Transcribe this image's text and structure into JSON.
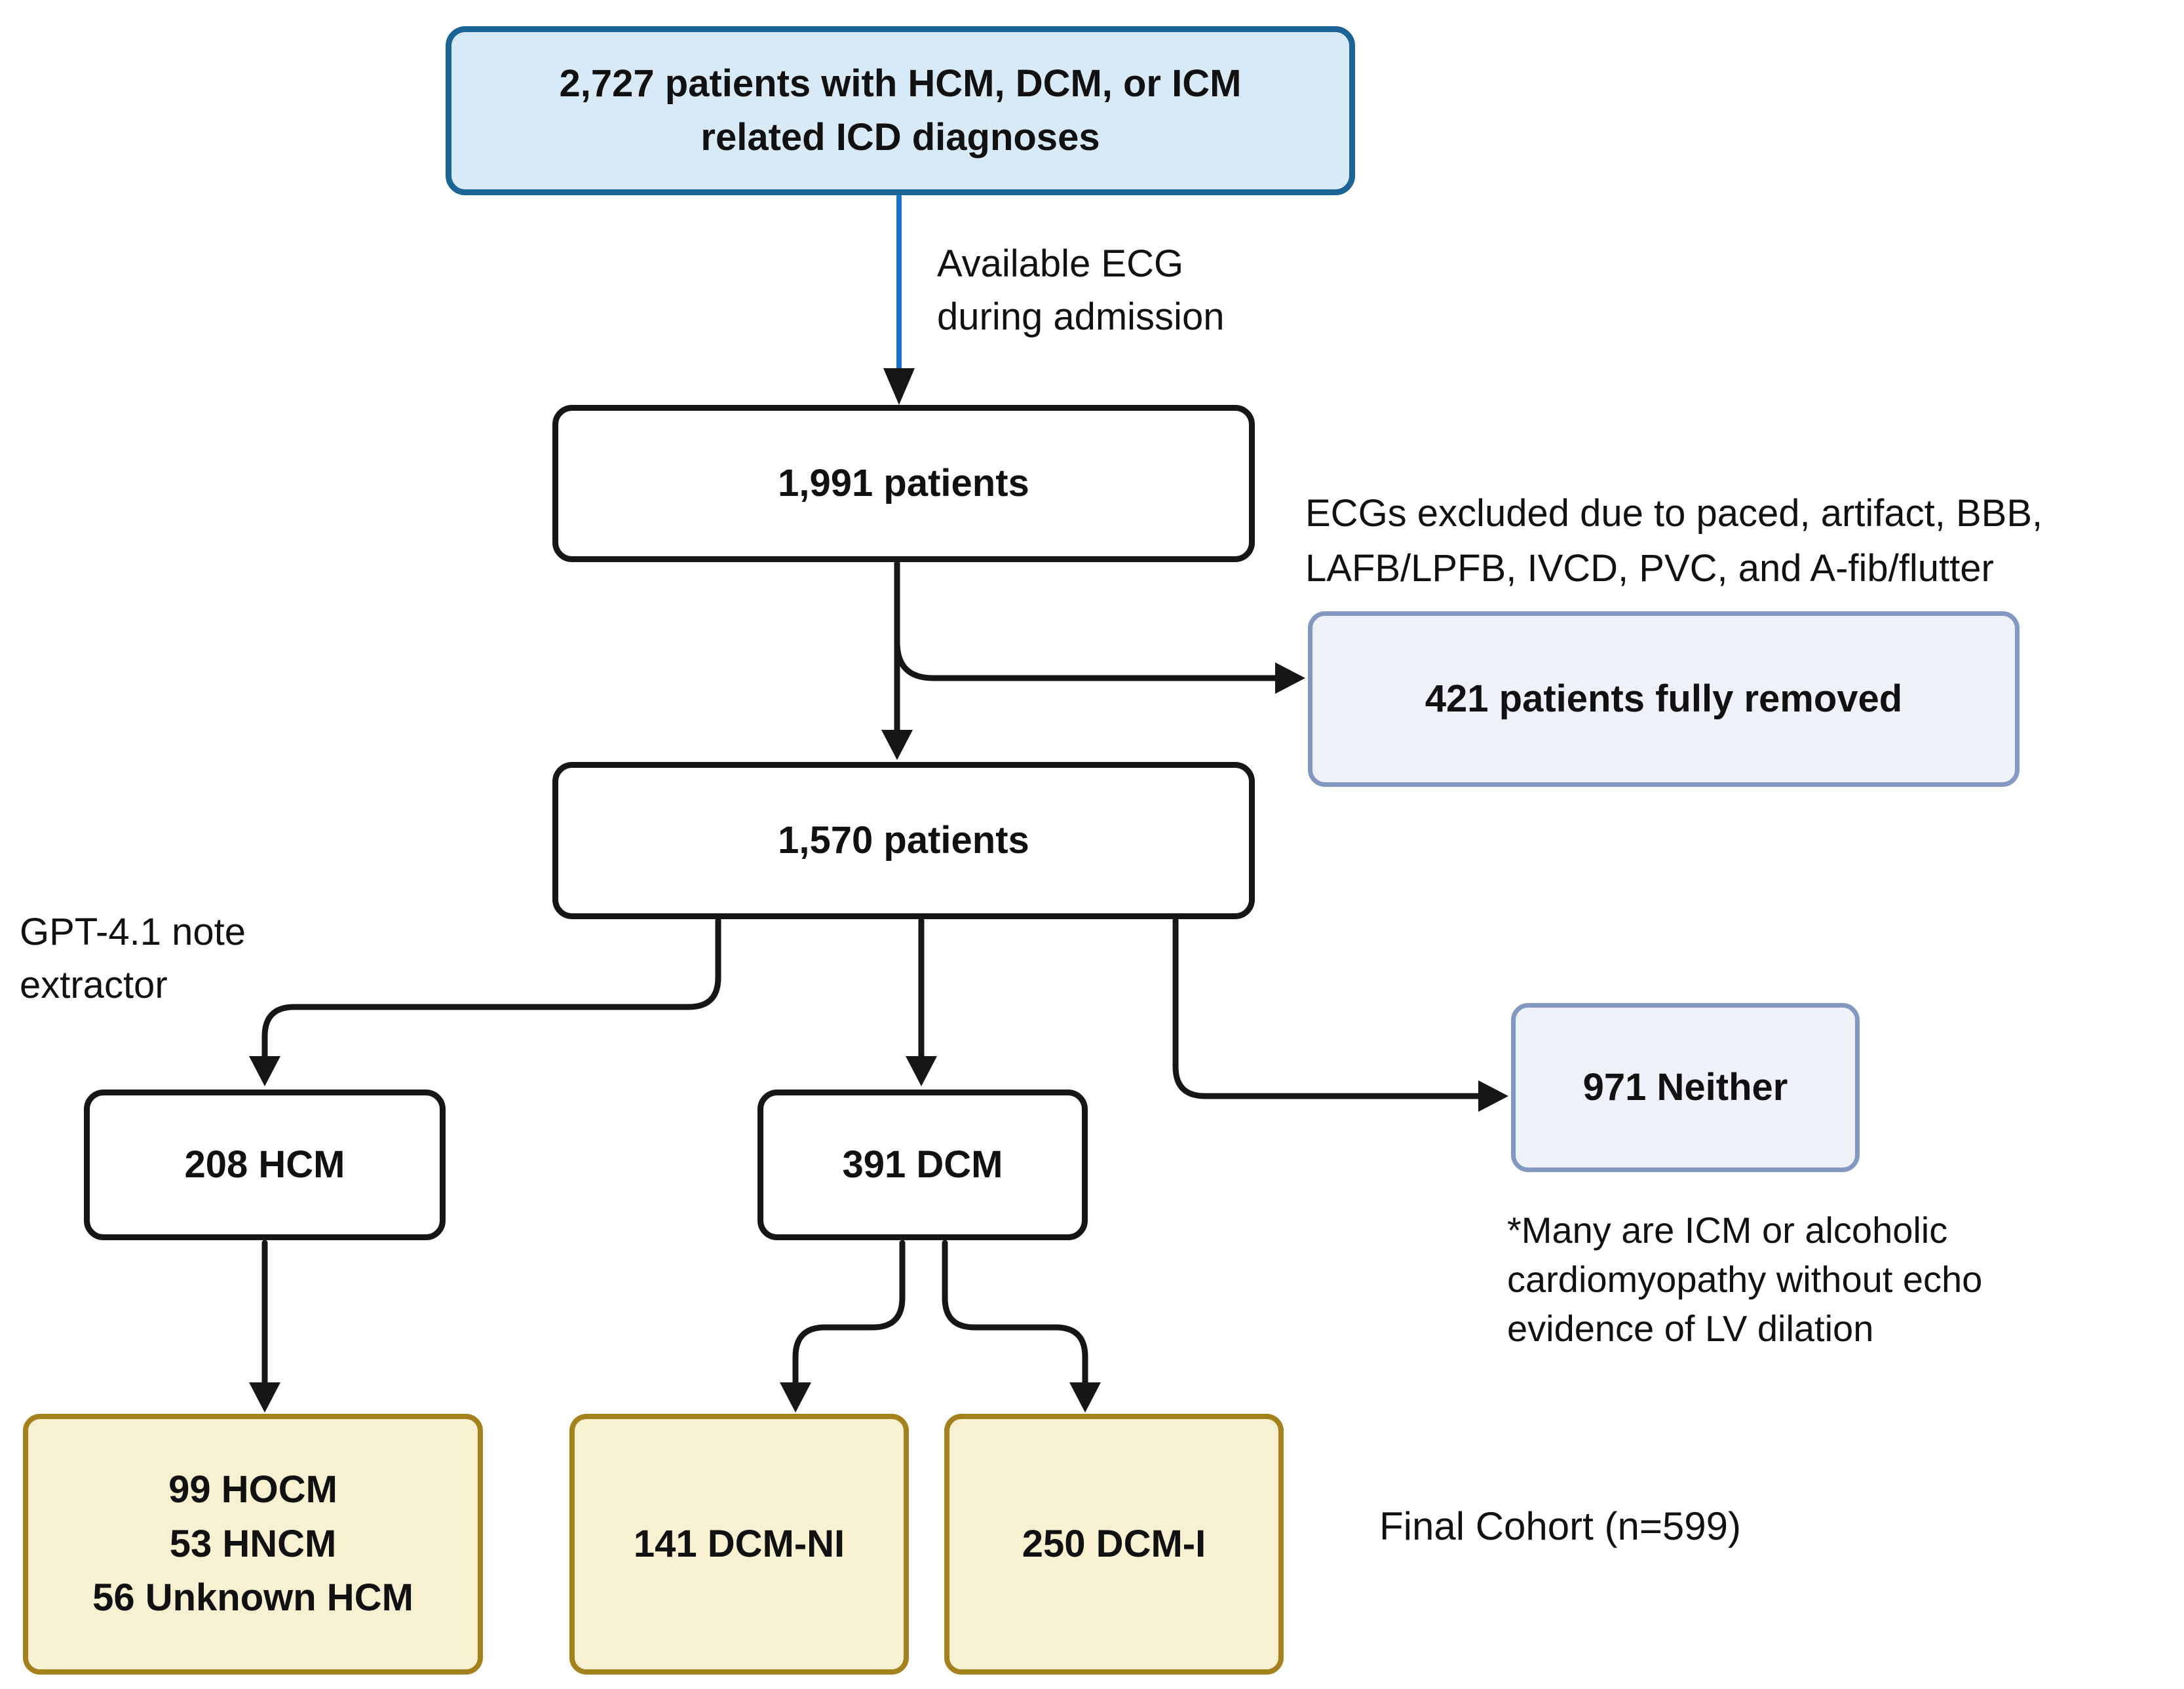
{
  "diagram": {
    "nodes": {
      "source": {
        "label": "2,727 patients with HCM, DCM, or ICM\nrelated ICD diagnoses"
      },
      "with_ecg": {
        "label": "1,991 patients"
      },
      "removed": {
        "label": "421 patients fully removed"
      },
      "clean_ecg": {
        "label": "1,570 patients"
      },
      "hcm": {
        "label": "208 HCM"
      },
      "dcm": {
        "label": "391 DCM"
      },
      "neither": {
        "label": "971 Neither"
      },
      "hcm_final": {
        "label": "99 HOCM\n53 HNCM\n56 Unknown HCM"
      },
      "dcm_ni": {
        "label": "141 DCM-NI"
      },
      "dcm_i": {
        "label": "250 DCM-I"
      }
    },
    "annotations": {
      "available_ecg": "Available ECG\nduring admission",
      "exclusion_reason": "ECGs excluded due to paced, artifact, BBB,\nLAFB/LPFB, IVCD, PVC, and A-fib/flutter",
      "gpt_extractor": "GPT-4.1 note\nextractor",
      "neither_note": "*Many are ICM or alcoholic\ncardiomyopathy without echo\nevidence of LV dilation",
      "final_cohort": "Final Cohort (n=599)"
    },
    "colors": {
      "source_fill": "#d8eaf8",
      "source_border": "#1c6496",
      "exclusion_fill": "#eef1f8",
      "exclusion_border": "#8298c0",
      "final_fill": "#f7f1d2",
      "final_border": "#a5811e",
      "plain_fill": "#ffffff",
      "plain_border": "#161616",
      "arrow": "#161616",
      "ecg_arrow": "#1a73c9"
    }
  }
}
